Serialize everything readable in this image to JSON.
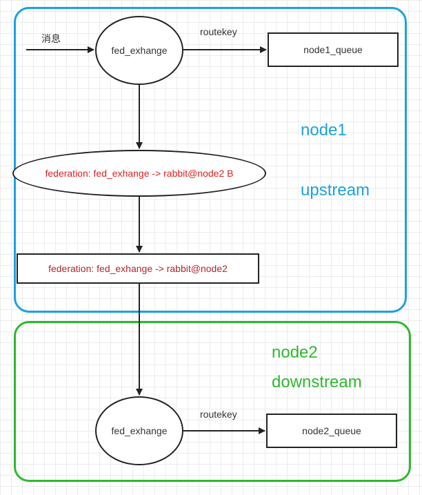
{
  "upstream_zone": {
    "name": "node1",
    "role": "upstream",
    "color": "#1ba1e2",
    "message_label": "消息",
    "exchange": "fed_exhange",
    "routing_label": "routekey",
    "queue": "node1_queue",
    "federation_link": "federation: fed_exhange -> rabbit@node2 B",
    "federation_link_color": "#e02020",
    "federation_queue": "federation: fed_exhange -> rabbit@node2",
    "federation_queue_color": "#b0262a"
  },
  "downstream_zone": {
    "name": "node2",
    "role": "downstream",
    "color": "#2eb82e",
    "exchange": "fed_exhange",
    "routing_label": "routekey",
    "queue": "node2_queue"
  }
}
